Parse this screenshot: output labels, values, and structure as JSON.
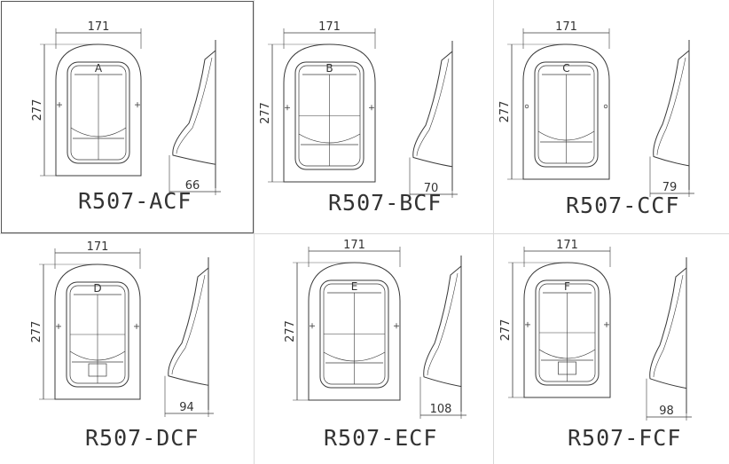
{
  "dimensions": {
    "width_label": "171",
    "height_label": "277"
  },
  "variants": [
    {
      "letter": "A",
      "model": "R507-ACF",
      "depth": "66"
    },
    {
      "letter": "B",
      "model": "R507-BCF",
      "depth": "70"
    },
    {
      "letter": "C",
      "model": "R507-CCF",
      "depth": "79"
    },
    {
      "letter": "D",
      "model": "R507-DCF",
      "depth": "94"
    },
    {
      "letter": "E",
      "model": "R507-ECF",
      "depth": "108"
    },
    {
      "letter": "F",
      "model": "R507-FCF",
      "depth": "98"
    }
  ],
  "colors": {
    "line": "#3a3a3a",
    "text": "#333333",
    "frame": "#555555"
  }
}
